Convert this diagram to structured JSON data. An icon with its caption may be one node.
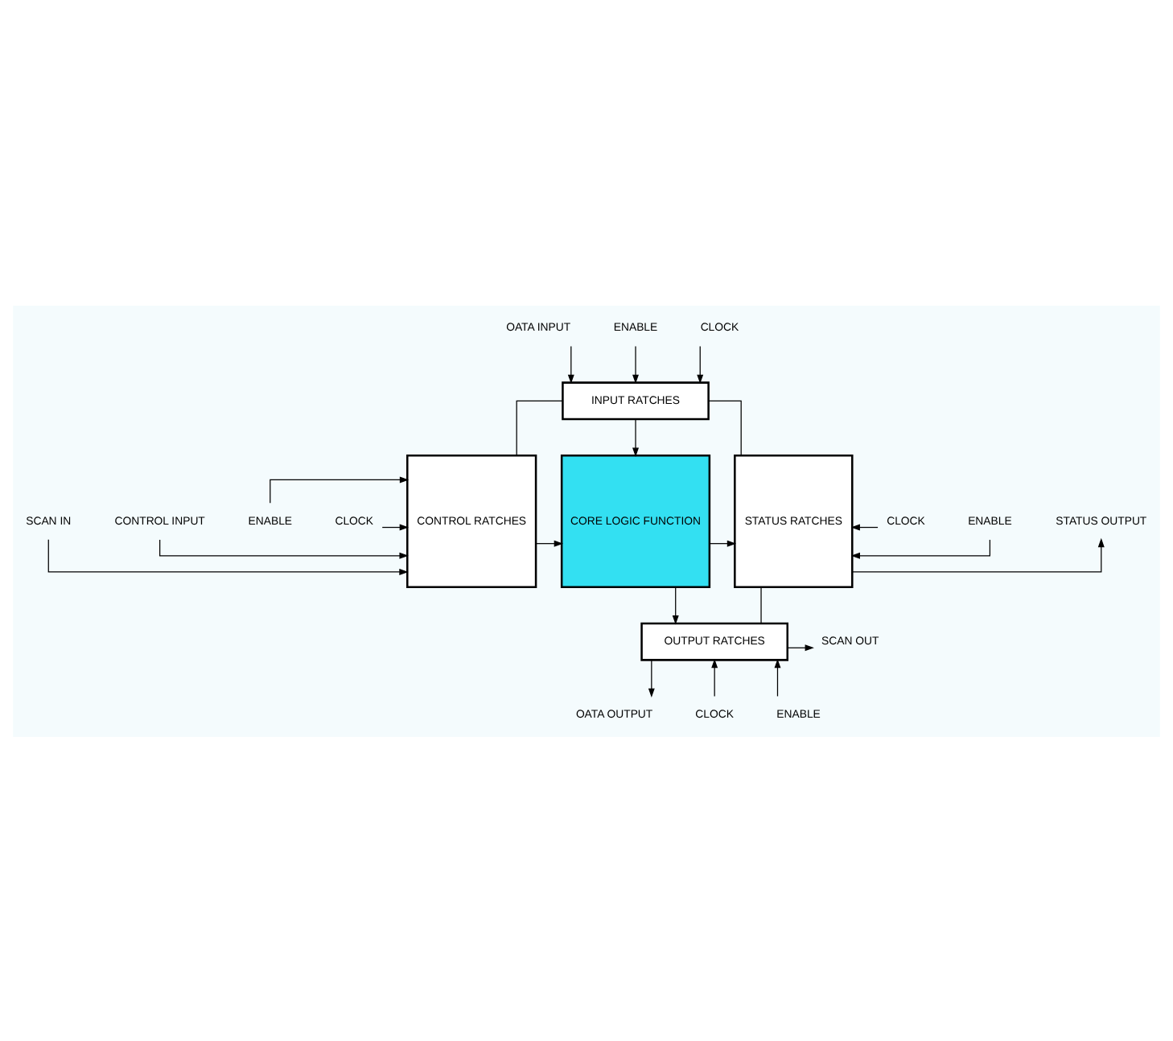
{
  "diagram": {
    "nodes": [
      {
        "text": [
          "OATA INPUT"
        ]
      },
      {
        "text": [
          "ENABLE"
        ]
      },
      {
        "text": [
          "CLOCK"
        ]
      },
      {
        "text": [
          "INPUT RATCHES"
        ]
      },
      {
        "text": [
          "CLOCK"
        ]
      },
      {
        "text": [
          "ENABLE"
        ]
      },
      {
        "text": [
          "CONTROL INPUT"
        ]
      },
      {
        "text": [
          "CONTROL RATCHES"
        ]
      },
      {
        "text": [
          "CORE LOGIC FUNCTION"
        ]
      },
      {
        "text": [
          "STATUS RATCHES"
        ]
      },
      {
        "text": [
          "CLOCK"
        ]
      },
      {
        "text": [
          "ENABLE"
        ]
      },
      {
        "text": [
          "STATUS OUTPUT"
        ]
      },
      {
        "text": [
          "SCAN IN"
        ]
      },
      {
        "text": [
          "SCAN OUT"
        ]
      },
      {
        "text": [
          "OUTPUT RATCHES"
        ]
      },
      {
        "text": [
          "CLOCK"
        ]
      },
      {
        "text": [
          "ENABLE"
        ]
      },
      {
        "text": [
          "OATA OUTPUT"
        ]
      }
    ],
    "edges": [
      {
        "from": 0,
        "to": 3,
        "arrow": "to"
      },
      {
        "from": 1,
        "to": 3,
        "arrow": "to"
      },
      {
        "from": 2,
        "to": 3,
        "arrow": "to"
      },
      {
        "from": 3,
        "to": 8,
        "arrow": "to"
      },
      {
        "from": 3,
        "to": 7,
        "arrow": "none"
      },
      {
        "from": 3,
        "to": 9,
        "arrow": "none"
      },
      {
        "from": 4,
        "to": 7,
        "arrow": "to"
      },
      {
        "from": 5,
        "to": 7,
        "arrow": "to"
      },
      {
        "from": 6,
        "to": 7,
        "arrow": "to"
      },
      {
        "from": 13,
        "to": 7,
        "arrow": "to"
      },
      {
        "from": 7,
        "to": 8,
        "arrow": "to"
      },
      {
        "from": 8,
        "to": 9,
        "arrow": "to"
      },
      {
        "from": 10,
        "to": 9,
        "arrow": "to"
      },
      {
        "from": 11,
        "to": 9,
        "arrow": "to"
      },
      {
        "from": 9,
        "to": 12,
        "arrow": "to"
      },
      {
        "from": 8,
        "to": 15,
        "arrow": "to"
      },
      {
        "from": 9,
        "to": 15,
        "arrow": "none"
      },
      {
        "from": 15,
        "to": 14,
        "arrow": "to"
      },
      {
        "from": 16,
        "to": 15,
        "arrow": "to"
      },
      {
        "from": 17,
        "to": 15,
        "arrow": "to"
      },
      {
        "from": 15,
        "to": 18,
        "arrow": "to"
      }
    ]
  }
}
